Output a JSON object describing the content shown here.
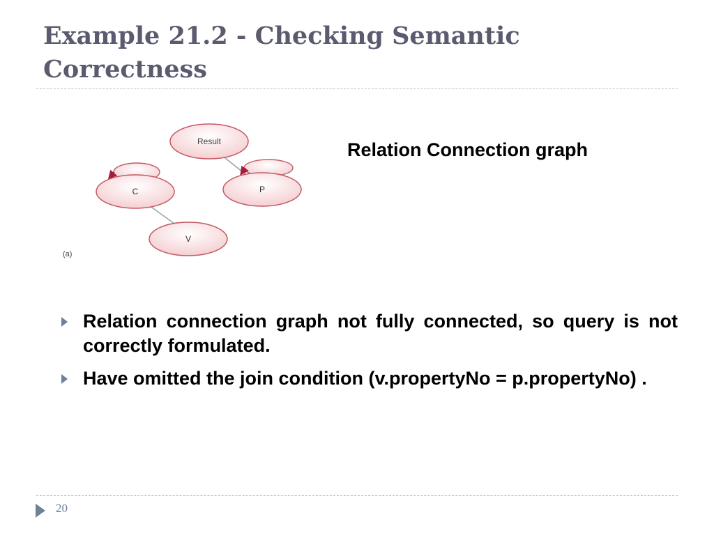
{
  "slide": {
    "title": "Example 21.2 - Checking Semantic Correctness",
    "page_number": "20"
  },
  "graph": {
    "caption": "Relation Connection graph",
    "panel_label": "(a)",
    "nodes": {
      "result": "Result",
      "c": "C",
      "p": "P",
      "v": "V"
    },
    "colors": {
      "node_stroke": "#c25a66",
      "node_fill": "#f4cbce",
      "edge": "#9ea3aa",
      "arrow": "#a11f3a"
    }
  },
  "bullets": [
    {
      "text": "Relation connection graph not fully connected, so query is not correctly formulated."
    },
    {
      "text": "Have omitted the join condition (v.propertyNo = p.propertyNo) ."
    }
  ]
}
